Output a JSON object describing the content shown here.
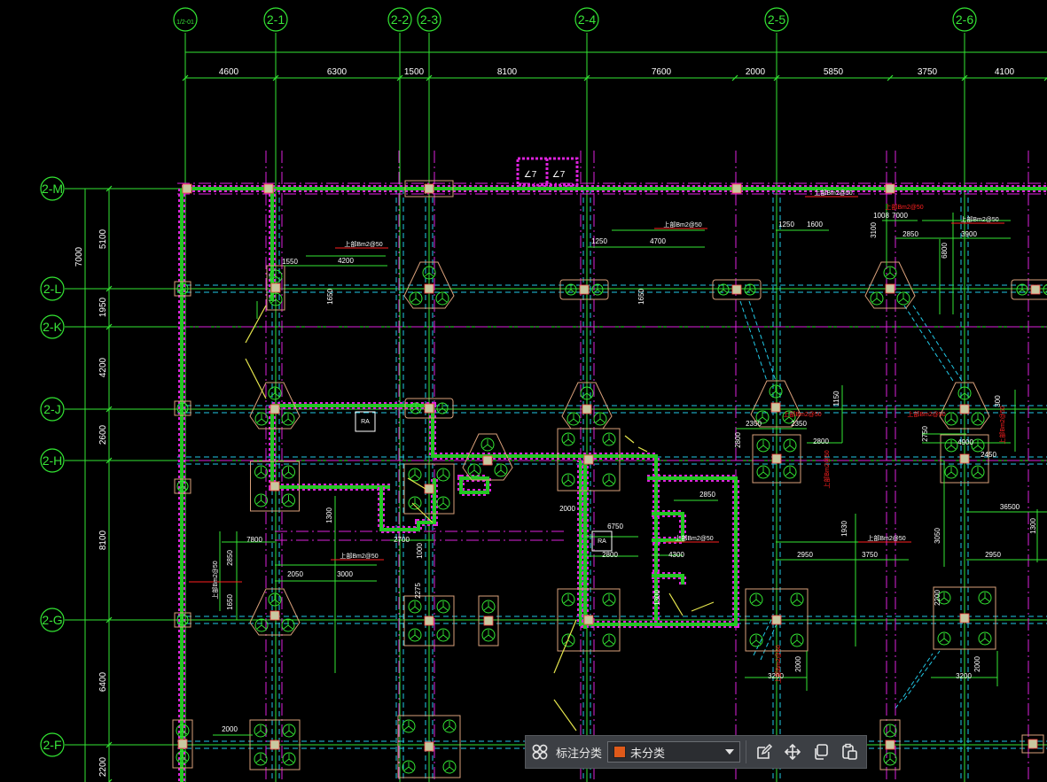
{
  "drawing": {
    "colors": {
      "background": "#000000",
      "axis": "#33e633",
      "wall": "#22c722",
      "beam": "#dd22dd",
      "dashed": "#22c8e6",
      "dimension": "#33e633",
      "pile_cap": "#d9a07a",
      "annotation": "#ff2020",
      "text": "#ffffff"
    },
    "top_axis_labels": [
      {
        "id": "1-2-01",
        "text": "1/2-01"
      },
      {
        "id": "2-1",
        "text": "2-1"
      },
      {
        "id": "2-2",
        "text": "2-2"
      },
      {
        "id": "2-3",
        "text": "2-3"
      },
      {
        "id": "2-4",
        "text": "2-4"
      },
      {
        "id": "2-5",
        "text": "2-5"
      },
      {
        "id": "2-6",
        "text": "2-6"
      }
    ],
    "left_axis_labels": [
      {
        "id": "2-M",
        "text": "2-M"
      },
      {
        "id": "2-L",
        "text": "2-L"
      },
      {
        "id": "2-K",
        "text": "2-K"
      },
      {
        "id": "2-J",
        "text": "2-J"
      },
      {
        "id": "2-H",
        "text": "2-H"
      },
      {
        "id": "2-G",
        "text": "2-G"
      },
      {
        "id": "2-F",
        "text": "2-F"
      }
    ],
    "top_dimensions": [
      "4600",
      "6300",
      "1500",
      "8100",
      "7600",
      "2000",
      "5850",
      "3750",
      "4100"
    ],
    "left_dimensions": [
      "7000",
      "5100",
      "1950",
      "4200",
      "2600",
      "8100",
      "6400",
      "2200"
    ],
    "inner_dimensions": [
      "1550",
      "4200",
      "1250",
      "4700",
      "1250",
      "1600",
      "3100",
      "1008",
      "7000",
      "2850",
      "3900",
      "6800",
      "1650",
      "1650",
      "1150",
      "2350",
      "2350",
      "2800",
      "2800",
      "4900",
      "2450",
      "2750",
      "300",
      "2850",
      "6750",
      "2800",
      "1300",
      "7800",
      "2850",
      "2700",
      "1000",
      "2050",
      "3000",
      "1650",
      "2275",
      "2000",
      "4300",
      "1300",
      "1930",
      "2950",
      "3750",
      "3050",
      "36500",
      "2950",
      "1300",
      "3200",
      "2000",
      "2200",
      "3200",
      "2000",
      "2000"
    ],
    "notes": [
      "上部Bm2@50",
      "上部Bm2@50",
      "上部Bm2@50",
      "上部Bm2@50",
      "上部Bm2@50",
      "上部Bm2@50",
      "上部Bm2@50",
      "上部Bm2@50"
    ],
    "red_notes": [
      "上部Bm2@50",
      "上部Bm2@50",
      "上部Bm2@50",
      "上部Bm2@50",
      "上部Bm2@50",
      "上部Bm2@50"
    ],
    "elevator_tags": [
      "RA",
      "RA"
    ]
  },
  "toolbar": {
    "grid_icon": "four-circles-icon",
    "label": "标注分类",
    "category_value": "未分类",
    "category_color": "#e05a1a",
    "edit_icon": "edit-note-icon",
    "move_icon": "move-arrows-icon",
    "copy_icon": "copy-icon",
    "paste_icon": "paste-icon"
  }
}
